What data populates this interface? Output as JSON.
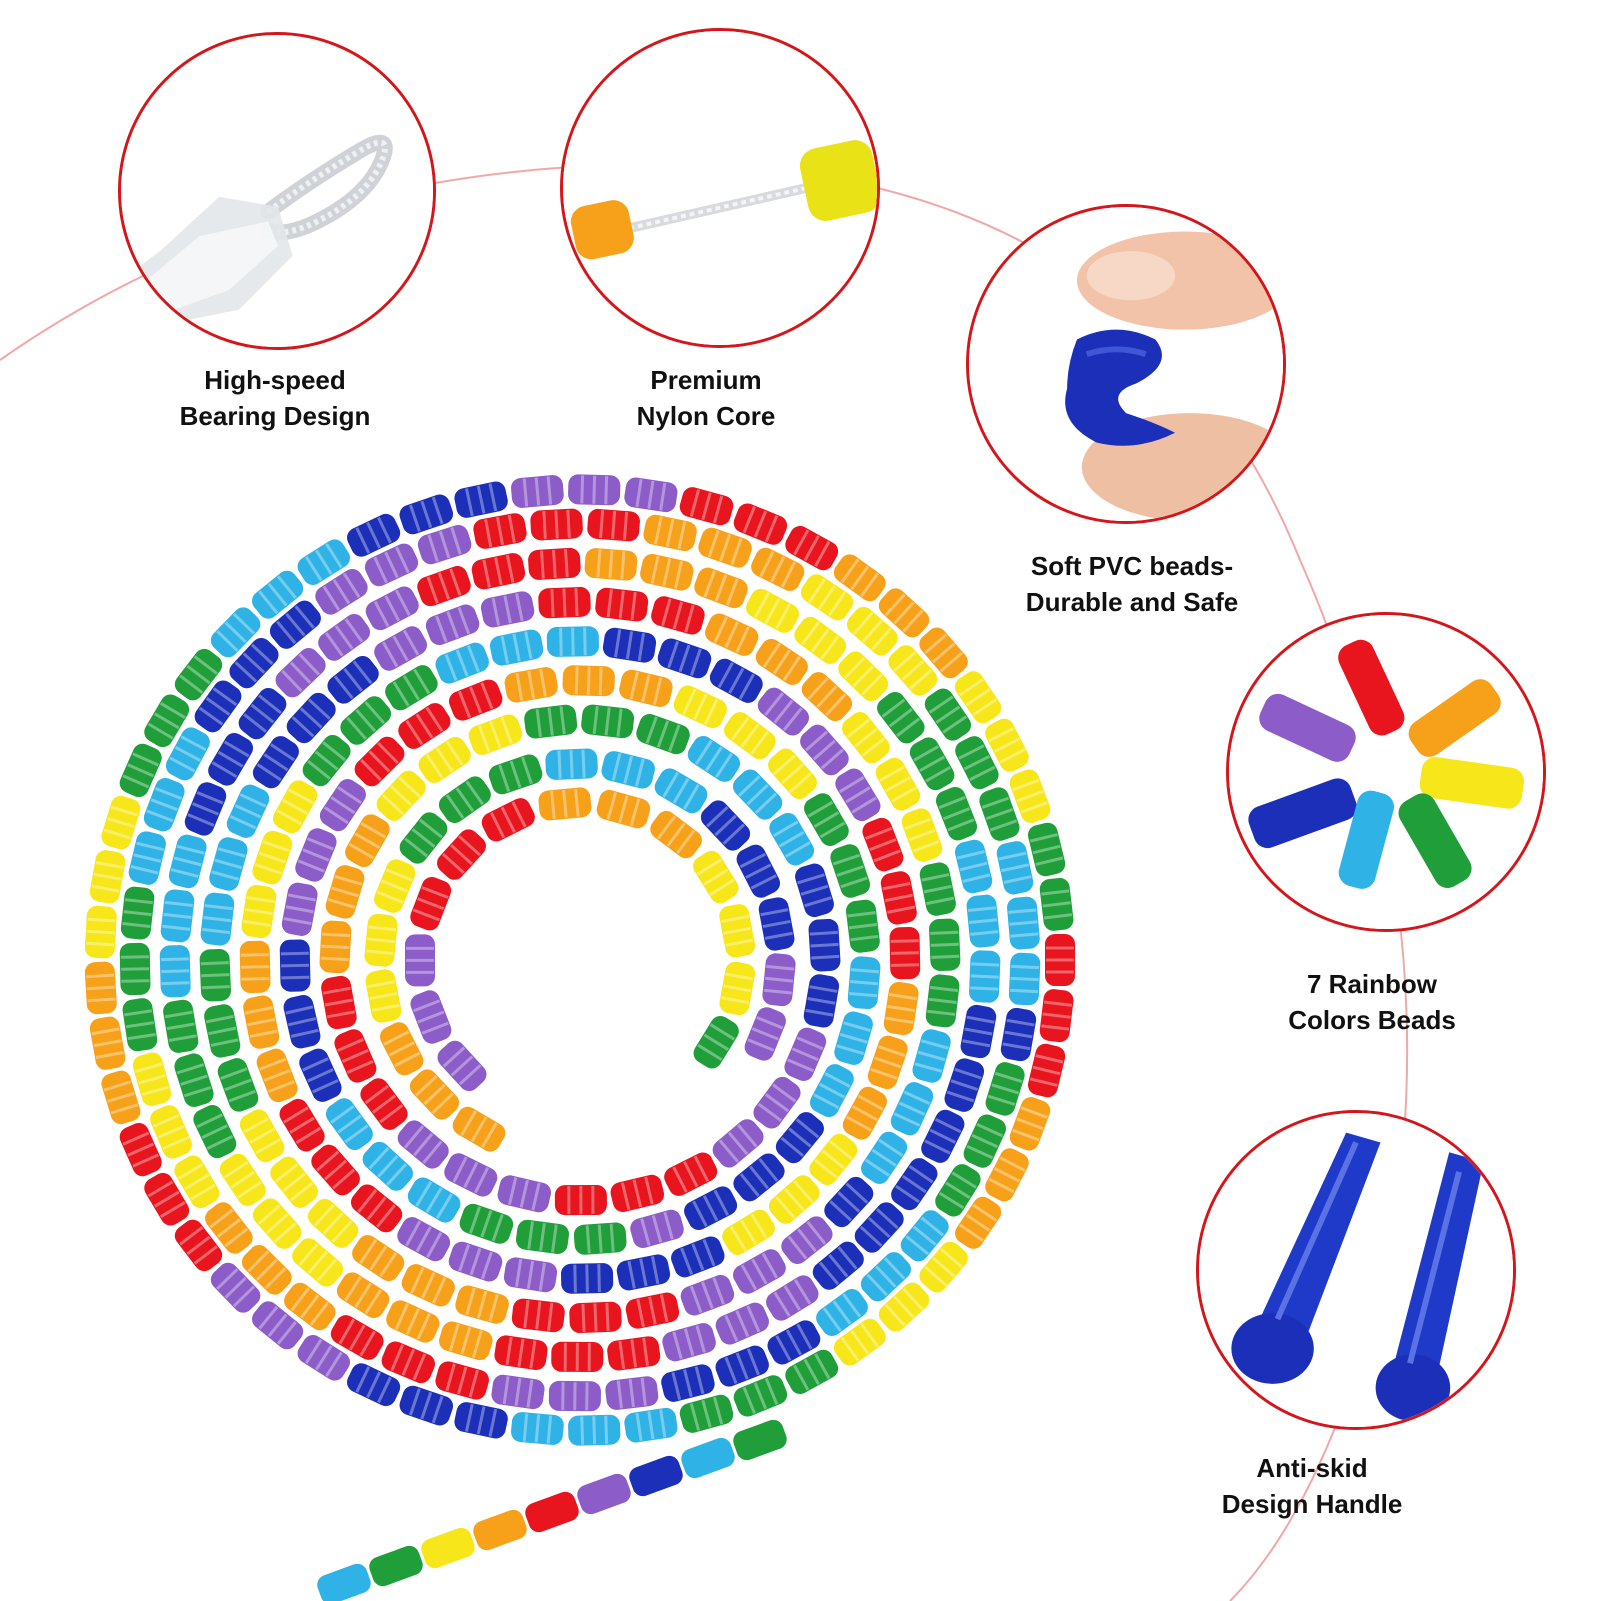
{
  "colors": {
    "circle_border": "#d4161b",
    "arc_line": "#f2a7a7",
    "label_text": "#111111",
    "bead_palette": [
      "#e8141e",
      "#f7a11a",
      "#f6e61a",
      "#1f9e3a",
      "#2fb3e6",
      "#1b2fb8",
      "#8c5cc8"
    ]
  },
  "features": [
    {
      "id": "bearing",
      "title": "High-speed",
      "subtitle": "Bearing Design",
      "icon": "bearing-loop-icon"
    },
    {
      "id": "nylon",
      "title": "Premium",
      "subtitle": "Nylon Core",
      "icon": "nylon-core-icon"
    },
    {
      "id": "pvc",
      "title": "Soft PVC beads-",
      "subtitle": "Durable and Safe",
      "icon": "soft-bead-icon"
    },
    {
      "id": "rainbow",
      "title": "7 Rainbow",
      "subtitle": "Colors Beads",
      "icon": "rainbow-beads-icon"
    },
    {
      "id": "handle",
      "title": "Anti-skid",
      "subtitle": "Design Handle",
      "icon": "handle-icon"
    }
  ]
}
